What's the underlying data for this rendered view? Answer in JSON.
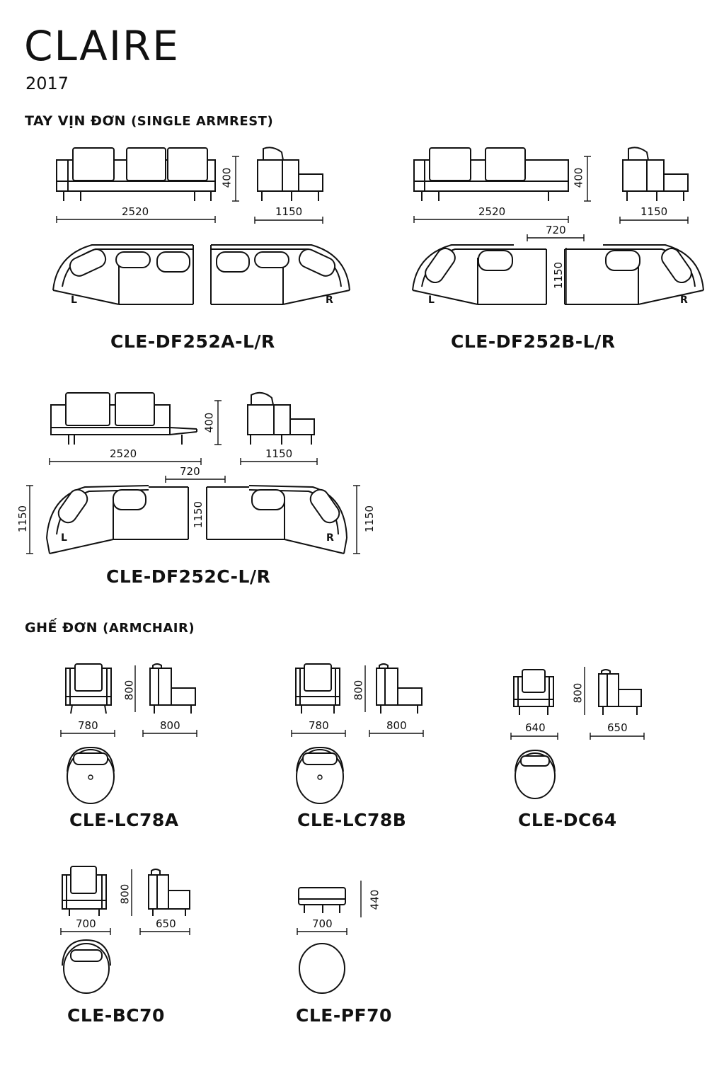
{
  "header": {
    "title": "CLAIRE",
    "year": "2017"
  },
  "sections": {
    "single_armrest": {
      "label": "TAY VỊN ĐƠN",
      "sub": "(SINGLE ARMREST)"
    },
    "armchair": {
      "label": "GHẾ ĐƠN",
      "sub": "(ARMCHAIR)"
    }
  },
  "sides": {
    "left": "L",
    "right": "R"
  },
  "models": {
    "df252a": {
      "code": "CLE-DF252A-L/R",
      "width": "2520",
      "depth": "1150",
      "height": "400"
    },
    "df252b": {
      "code": "CLE-DF252B-L/R",
      "width": "2520",
      "depth": "1150",
      "height": "400",
      "seat": "720",
      "plan_depth": "1150"
    },
    "df252c": {
      "code": "CLE-DF252C-L/R",
      "width": "2520",
      "depth": "1150",
      "height": "400",
      "seat": "720",
      "plan_depth_left": "1150",
      "plan_depth_mid": "1150",
      "plan_depth_right": "1150"
    },
    "lc78a": {
      "code": "CLE-LC78A",
      "width": "780",
      "depth": "800",
      "height": "800"
    },
    "lc78b": {
      "code": "CLE-LC78B",
      "width": "780",
      "depth": "800",
      "height": "800"
    },
    "dc64": {
      "code": "CLE-DC64",
      "width": "640",
      "depth": "650",
      "height": "800"
    },
    "bc70": {
      "code": "CLE-BC70",
      "width": "700",
      "depth": "650",
      "height": "800"
    },
    "pf70": {
      "code": "CLE-PF70",
      "width": "700",
      "height": "440"
    }
  }
}
